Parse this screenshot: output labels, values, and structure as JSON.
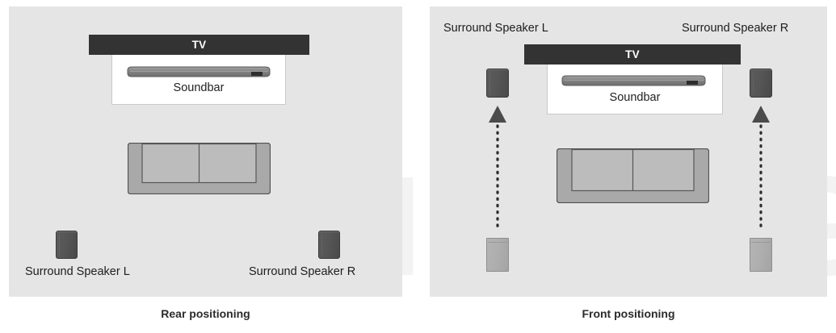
{
  "watermark": {
    "text": "SAMSUNG"
  },
  "panels": [
    {
      "id": "rear",
      "caption": "Rear positioning",
      "tv_label": "TV",
      "soundbar_label": "Soundbar",
      "speaker_left_label": "Surround Speaker L",
      "speaker_right_label": "Surround Speaker R"
    },
    {
      "id": "front",
      "caption": "Front positioning",
      "tv_label": "TV",
      "soundbar_label": "Soundbar",
      "speaker_left_label": "Surround Speaker L",
      "speaker_right_label": "Surround Speaker R"
    }
  ],
  "colors": {
    "panel_background": "#e5e5e5",
    "tv_bar": "#333333",
    "tv_stand": "#ffffff",
    "speaker_dark": "#555555",
    "speaker_light": "#adadad",
    "sofa": "#a9a9a9",
    "caption_text": "#2b2b2b",
    "watermark": "#f3f3f3"
  },
  "icons": {
    "arrow_up": "arrow-up-dotted-icon",
    "speaker": "speaker-icon",
    "sofa": "sofa-icon",
    "tv": "tv-icon",
    "soundbar": "soundbar-icon"
  }
}
